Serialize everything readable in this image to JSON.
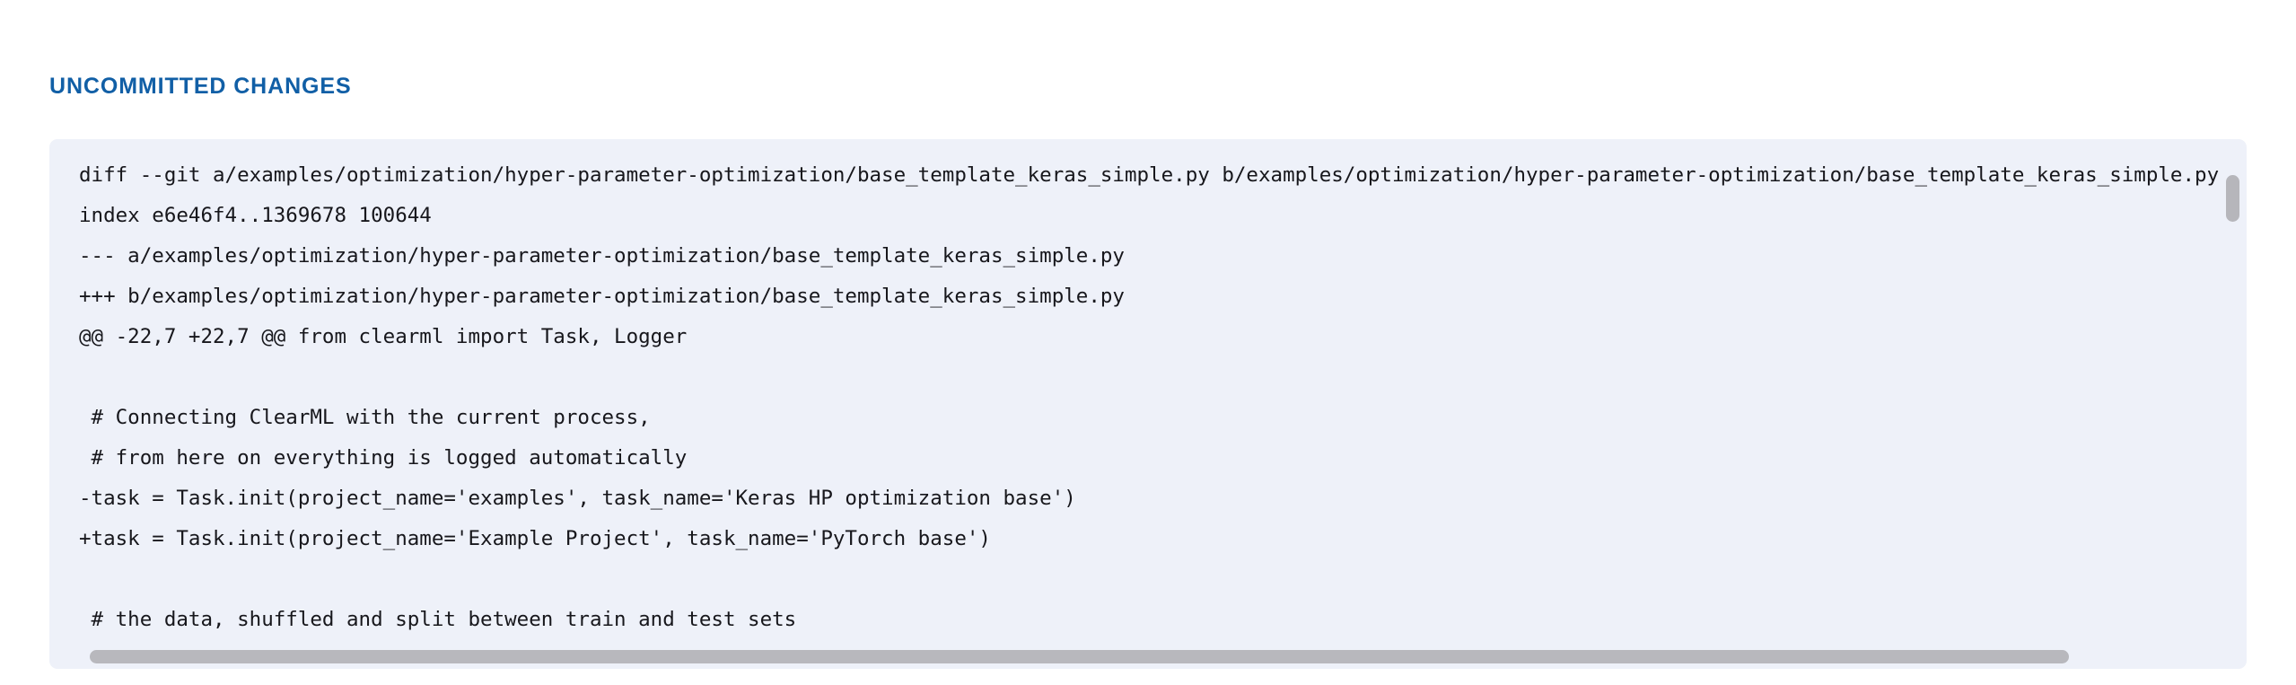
{
  "section": {
    "title": "UNCOMMITTED CHANGES",
    "title_color": "#115fa6"
  },
  "diff": {
    "panel_background": "#eef1f9",
    "text_color": "#17171c",
    "lines": [
      "diff --git a/examples/optimization/hyper-parameter-optimization/base_template_keras_simple.py b/examples/optimization/hyper-parameter-optimization/base_template_keras_simple.py",
      "index e6e46f4..1369678 100644",
      "--- a/examples/optimization/hyper-parameter-optimization/base_template_keras_simple.py",
      "+++ b/examples/optimization/hyper-parameter-optimization/base_template_keras_simple.py",
      "@@ -22,7 +22,7 @@ from clearml import Task, Logger",
      "",
      " # Connecting ClearML with the current process,",
      " # from here on everything is logged automatically",
      "-task = Task.init(project_name='examples', task_name='Keras HP optimization base')",
      "+task = Task.init(project_name='Example Project', task_name='PyTorch base')",
      "",
      " # the data, shuffled and split between train and test sets"
    ]
  },
  "scrollbars": {
    "vertical_thumb_color": "#b6b6bb",
    "horizontal_thumb_color": "#b8b8bd"
  }
}
